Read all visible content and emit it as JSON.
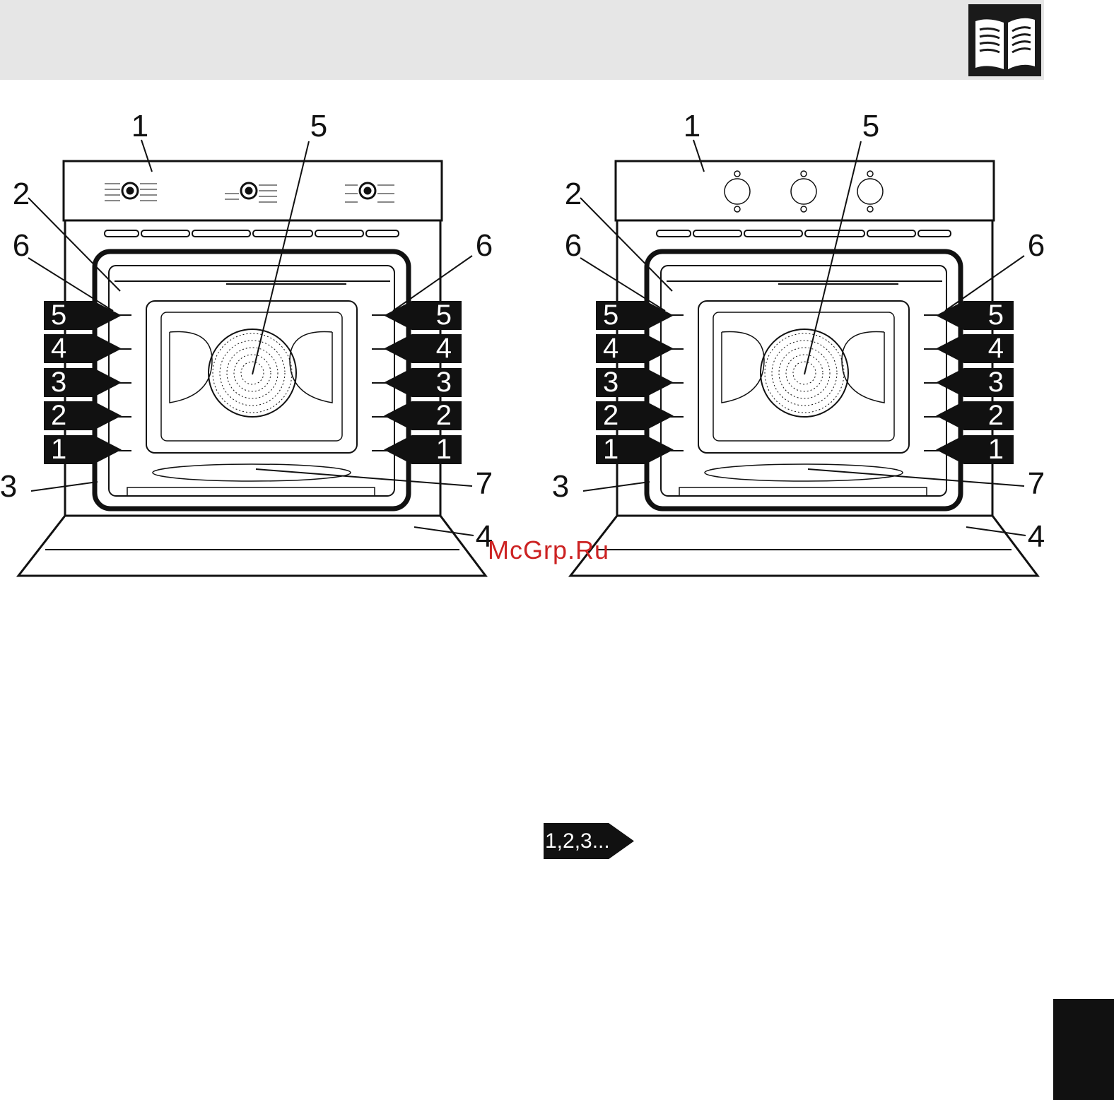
{
  "header": {
    "icon": "book-icon"
  },
  "diagrams": [
    {
      "callouts": [
        "1",
        "5",
        "2",
        "6",
        "6",
        "3",
        "7",
        "4"
      ],
      "shelves_left": [
        "5",
        "4",
        "3",
        "2",
        "1"
      ],
      "shelves_right": [
        "5",
        "4",
        "3",
        "2",
        "1"
      ]
    },
    {
      "callouts": [
        "1",
        "5",
        "2",
        "6",
        "6",
        "3",
        "7",
        "4"
      ],
      "shelves_left": [
        "5",
        "4",
        "3",
        "2",
        "1"
      ],
      "shelves_right": [
        "5",
        "4",
        "3",
        "2",
        "1"
      ]
    }
  ],
  "watermark": "McGrp.Ru",
  "sequence_tag": "1,2,3...",
  "colors": {
    "header_band": "#e6e6e6",
    "ink": "#111111",
    "watermark": "#cc2222"
  }
}
